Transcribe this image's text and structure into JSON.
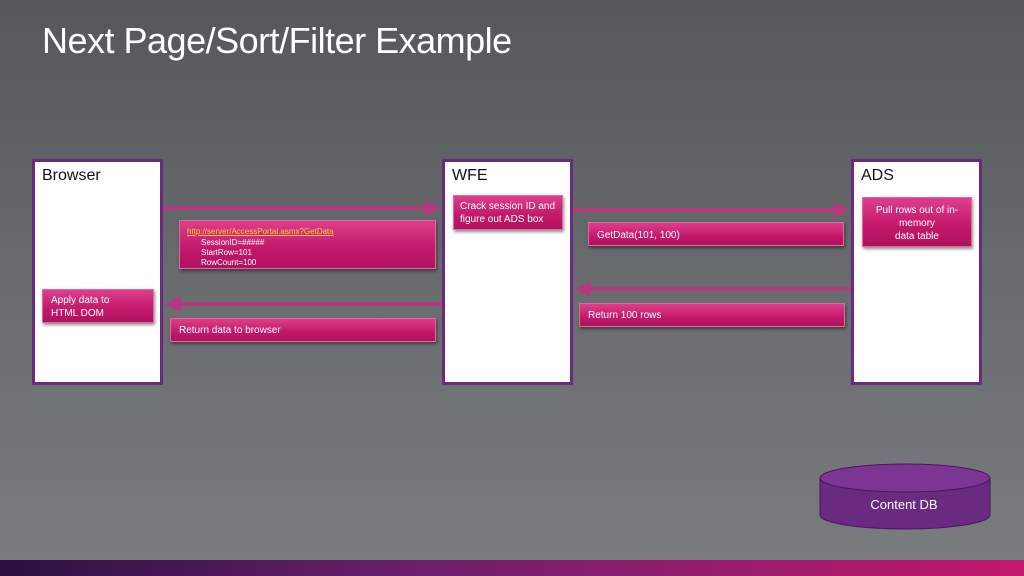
{
  "slide": {
    "title": "Next Page/Sort/Filter Example"
  },
  "nodes": {
    "browser": {
      "label": "Browser"
    },
    "wfe": {
      "label": "WFE"
    },
    "ads": {
      "label": "ADS"
    },
    "content_db": {
      "label": "Content DB"
    }
  },
  "notes": {
    "get_data_request": {
      "url": "http://server/AccessPortal.asmx?GetData",
      "session": "SessionID=#####",
      "start_row": "StartRow=101",
      "row_count": "RowCount=100"
    },
    "crack_session": {
      "line1": "Crack session ID and",
      "line2": "figure out ADS box"
    },
    "get_data_call": {
      "text": "GetData(101, 100)"
    },
    "pull_rows": {
      "line1": "Pull rows out of in-",
      "line2": "memory",
      "line3": "data table"
    },
    "return_rows": {
      "text": "Return 100 rows"
    },
    "return_browser": {
      "text": "Return data to browser"
    },
    "apply_dom": {
      "line1": "Apply data to",
      "line2": "HTML DOM"
    }
  },
  "colors": {
    "accent_purple": "#6a2a80",
    "note_pink": "#c2186c",
    "arrow": "#b8387e",
    "link": "#ffcc33"
  }
}
